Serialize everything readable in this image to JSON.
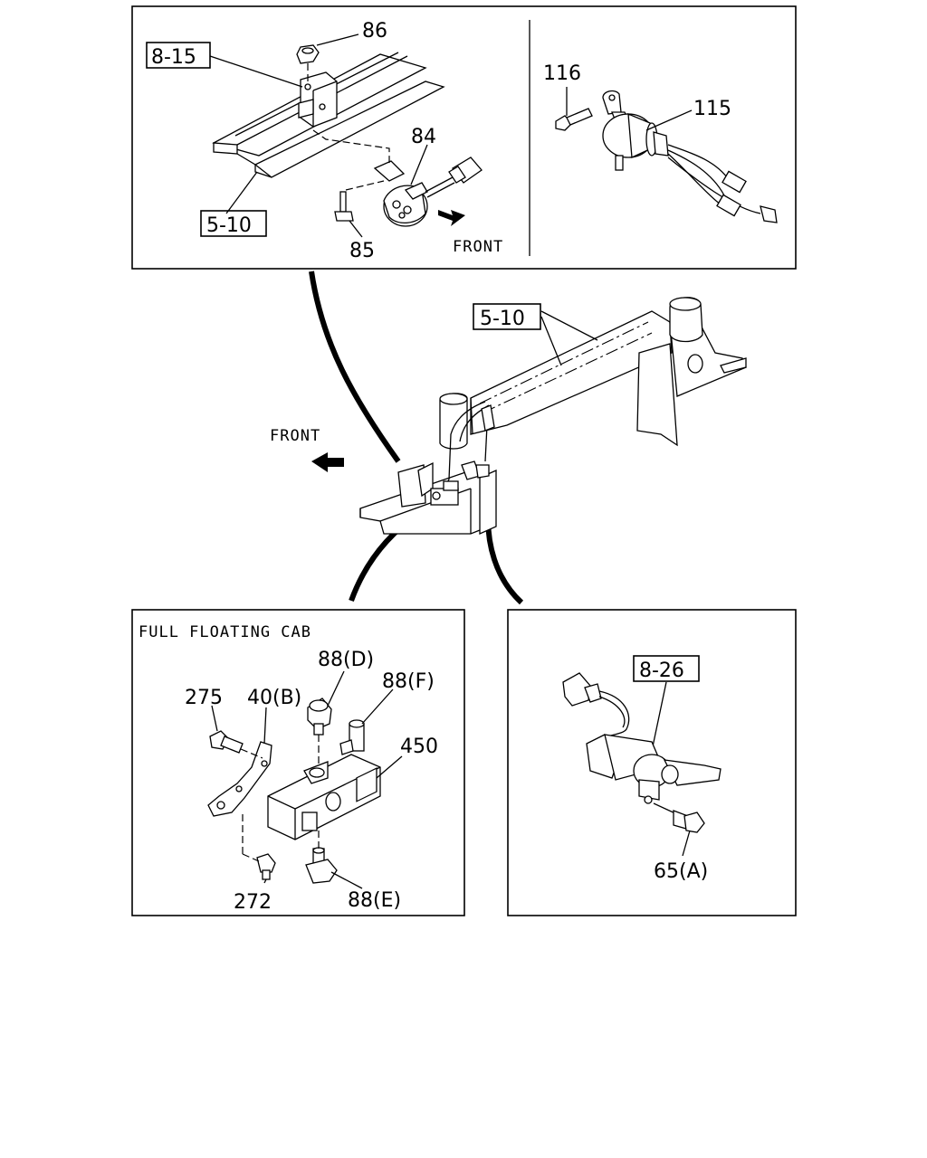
{
  "top_panel": {
    "refs": {
      "r1": "8-15",
      "r2": "5-10"
    },
    "callouts": {
      "c86": "86",
      "c84": "84",
      "c85": "85",
      "c116": "116",
      "c115": "115"
    },
    "front": "FRONT"
  },
  "main_view": {
    "ref": "5-10",
    "front": "FRONT"
  },
  "bottom_left": {
    "title": "FULL FLOATING CAB",
    "callouts": {
      "c88d": "88(D)",
      "c88f": "88(F)",
      "c275": "275",
      "c40b": "40(B)",
      "c450": "450",
      "c272": "272",
      "c88e": "88(E)"
    }
  },
  "bottom_right": {
    "ref": "8-26",
    "callouts": {
      "c65a": "65(A)"
    }
  }
}
